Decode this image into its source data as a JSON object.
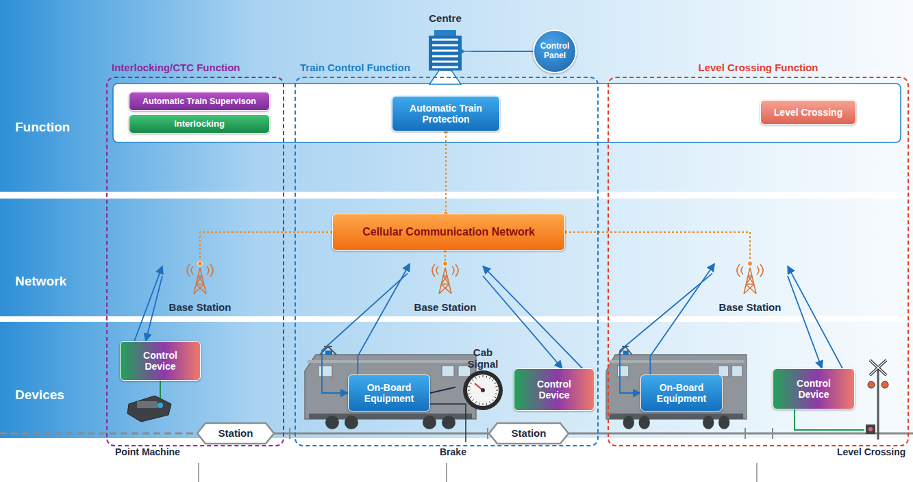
{
  "diagram": {
    "nodes": [
      {
        "text": [
          "Function"
        ]
      },
      {
        "text": [
          "Network"
        ]
      },
      {
        "text": [
          "Devices"
        ]
      },
      {
        "text": [
          "Centre"
        ]
      },
      {
        "text": [
          "Control Panel"
        ]
      },
      {
        "text": [
          "Interlocking/CTC Function"
        ]
      },
      {
        "text": [
          "Train Control Function"
        ]
      },
      {
        "text": [
          "Level Crossing Function"
        ]
      },
      {
        "text": [
          "Automatic Train Supervison"
        ],
        "in": 5
      },
      {
        "text": [
          "Interlocking"
        ],
        "in": 5
      },
      {
        "text": [
          "Base Station"
        ],
        "in": 5
      },
      {
        "text": [
          "Control Device"
        ],
        "in": 5
      },
      {
        "text": [
          "Station"
        ],
        "in": 5
      },
      {
        "text": [
          "Automatic Train Protection"
        ],
        "in": 6
      },
      {
        "text": [
          "Cellular Communication Network"
        ],
        "in": 6
      },
      {
        "text": [
          "Base Station"
        ],
        "in": 6
      },
      {
        "text": [
          "On-Board Equipment"
        ],
        "in": 6
      },
      {
        "text": [
          "Cab Signal"
        ],
        "in": 6
      },
      {
        "text": [
          "Control Device"
        ],
        "in": 6
      },
      {
        "text": [
          "Station"
        ],
        "in": 6
      },
      {
        "text": [
          "Level Crossing"
        ],
        "in": 7
      },
      {
        "text": [
          "Base Station"
        ],
        "in": 7
      },
      {
        "text": [
          "On-Board Equipment"
        ],
        "in": 7
      },
      {
        "text": [
          "Control Device"
        ],
        "in": 7
      }
    ],
    "edges": [
      {
        "from": 3,
        "to": 4,
        "arrow": "none"
      },
      {
        "from": 13,
        "to": 14,
        "arrow": "none"
      },
      {
        "from": 14,
        "to": 10,
        "arrow": "none"
      },
      {
        "from": 14,
        "to": 15,
        "arrow": "none"
      },
      {
        "from": 14,
        "to": 21,
        "arrow": "none"
      },
      {
        "from": 10,
        "to": 11,
        "arrow": "to"
      },
      {
        "from": 11,
        "to": 10,
        "arrow": "to"
      },
      {
        "from": 15,
        "to": 16,
        "arrow": "to"
      },
      {
        "from": 16,
        "to": 15,
        "arrow": "to"
      },
      {
        "from": 18,
        "to": 15,
        "arrow": "to"
      },
      {
        "from": 15,
        "to": 18,
        "arrow": "to"
      },
      {
        "from": 16,
        "to": 17,
        "arrow": "none"
      },
      {
        "from": 21,
        "to": 22,
        "arrow": "to"
      },
      {
        "from": 22,
        "to": 21,
        "arrow": "to"
      },
      {
        "from": 23,
        "to": 21,
        "arrow": "to"
      },
      {
        "from": 21,
        "to": 23,
        "arrow": "to"
      }
    ],
    "labels": [
      "Point Machine",
      "Brake",
      "Level Crossing"
    ]
  }
}
